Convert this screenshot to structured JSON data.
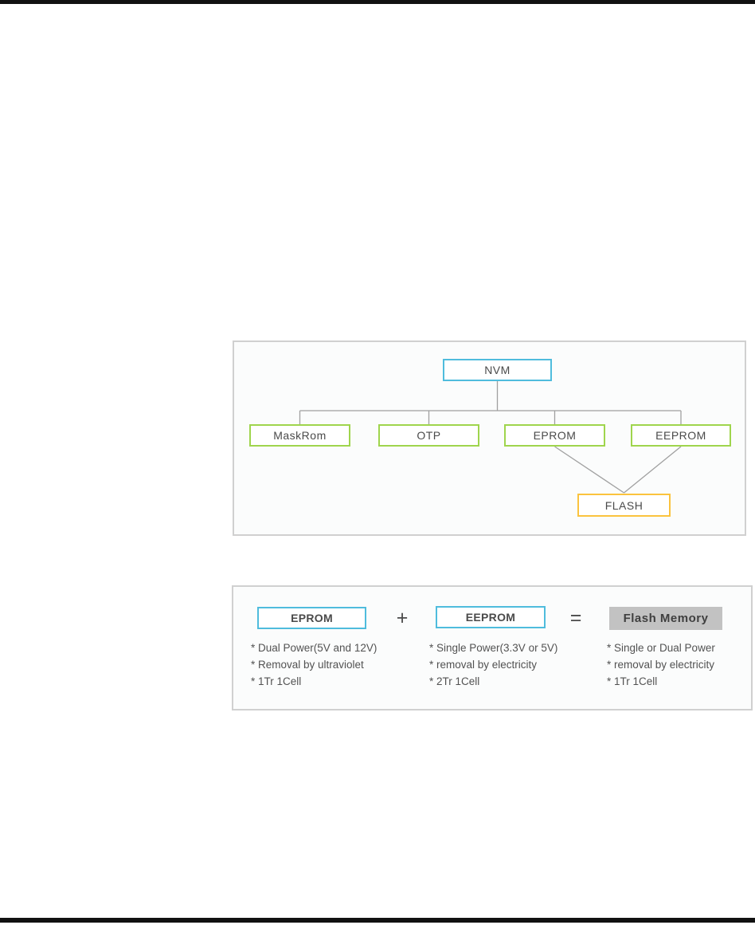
{
  "colors": {
    "bar-black": "#111111",
    "panel-border": "#d0d0d0",
    "panel-bg": "#fbfcfc",
    "accent-blue": "#4fbcdd",
    "accent-green": "#9fd54d",
    "accent-orange": "#fbc33e",
    "line-gray": "#a0a0a0",
    "flash-memory-bg": "#c2c2c2",
    "text-dark": "#4a4a4a",
    "text-darker": "#3f3f3f",
    "text-muted": "#525252"
  },
  "hierarchy_diagram": {
    "root": {
      "label": "NVM"
    },
    "children": [
      {
        "label": "MaskRom"
      },
      {
        "label": "OTP"
      },
      {
        "label": "EPROM"
      },
      {
        "label": "EEPROM"
      }
    ],
    "merge_node": {
      "label": "FLASH"
    }
  },
  "comparison_diagram": {
    "plus_sign": "+",
    "equals_sign": "=",
    "columns": [
      {
        "box_label": "EPROM",
        "bullets": [
          "* Dual Power(5V and 12V)",
          "* Removal by ultraviolet",
          "* 1Tr 1Cell"
        ]
      },
      {
        "box_label": "EEPROM",
        "bullets": [
          "* Single Power(3.3V or 5V)",
          "* removal by electricity",
          "* 2Tr 1Cell"
        ]
      },
      {
        "box_label": "Flash Memory",
        "bullets": [
          "* Single or Dual Power",
          "* removal by electricity",
          "* 1Tr 1Cell"
        ]
      }
    ]
  }
}
